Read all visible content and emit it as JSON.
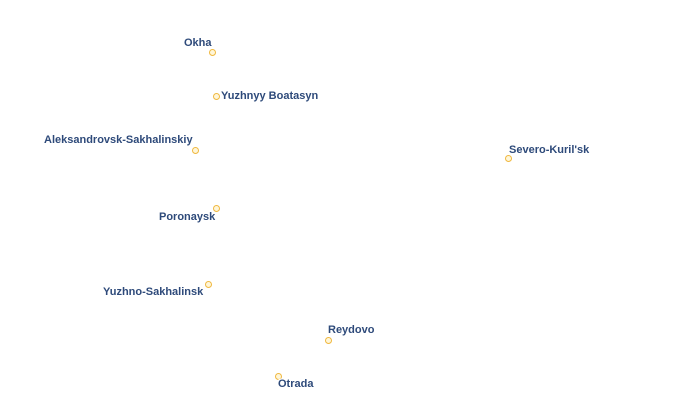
{
  "map": {
    "marker_color": "#f0b840",
    "label_color": "#2e4a7a",
    "cities": [
      {
        "name": "Okha"
      },
      {
        "name": "Yuzhnyy Boatasyn"
      },
      {
        "name": "Aleksandrovsk-Sakhalinskiy"
      },
      {
        "name": "Severo-Kuril'sk"
      },
      {
        "name": "Poronaysk"
      },
      {
        "name": "Yuzhno-Sakhalinsk"
      },
      {
        "name": "Reydovo"
      },
      {
        "name": "Otrada"
      }
    ]
  }
}
